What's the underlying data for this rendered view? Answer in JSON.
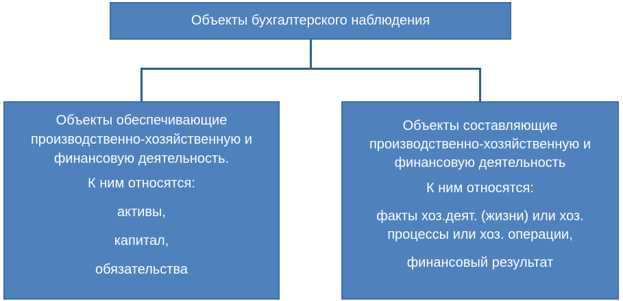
{
  "root": {
    "title": "Объекты бухгалтерского наблюдения"
  },
  "left": {
    "description_lines": [
      "Объекты обеспечивающие",
      "производственно-хозяйственную  и",
      "финансовую деятельность."
    ],
    "heading": "К ним относятся:",
    "items": [
      "активы,",
      "капитал,",
      "обязательства"
    ]
  },
  "right": {
    "description_lines": [
      "Объекты составляющие",
      "производственно-хозяйственную  и",
      "финансовую деятельность"
    ],
    "heading": "К ним относятся:",
    "items": [
      "факты хоз.деят. (жизни) или хоз.",
      "процессы или хоз. операции,",
      "финансовый результат"
    ]
  },
  "colors": {
    "box_fill": "#4f81bd",
    "connector": "#2a5d8f",
    "text": "#ffffff"
  }
}
